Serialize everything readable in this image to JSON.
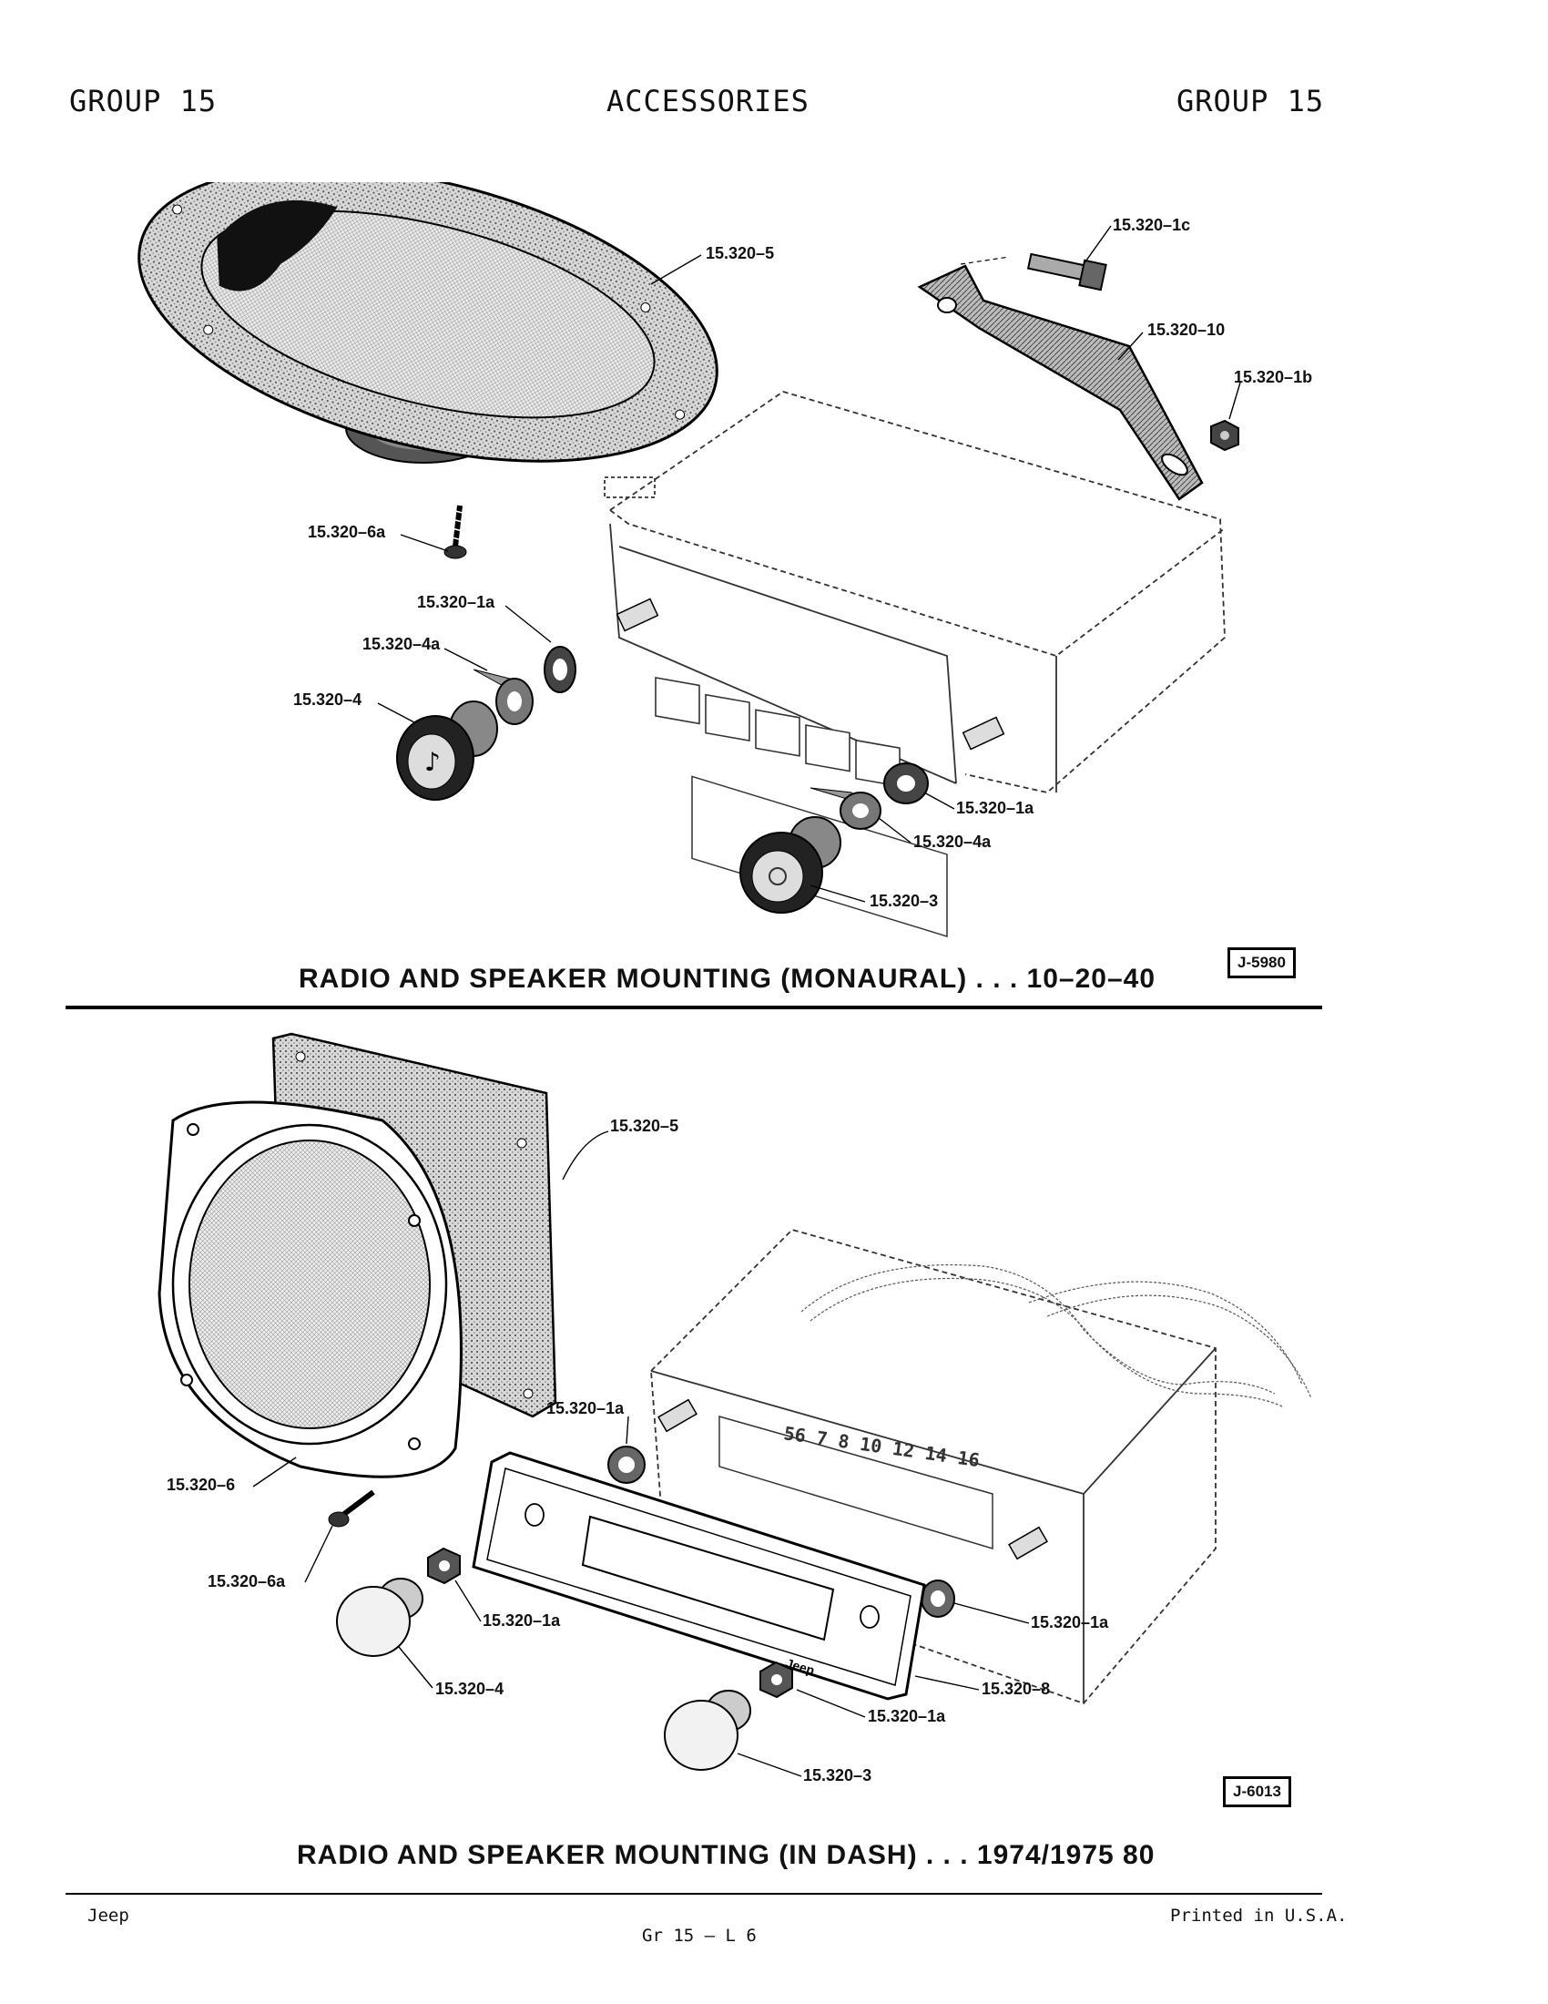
{
  "header": {
    "left": "GROUP 15",
    "center": "ACCESSORIES",
    "right": "GROUP 15"
  },
  "figure1": {
    "caption": "RADIO AND SPEAKER MOUNTING (MONAURAL) . . . 10–20–40",
    "fig_id": "J-5980",
    "callouts": {
      "c1": "15.320–1c",
      "c2": "15.320–5",
      "c3": "15.320–10",
      "c4": "15.320–1b",
      "c5": "15.320–6a",
      "c6": "15.320–1a",
      "c7": "15.320–4a",
      "c8": "15.320–4",
      "c9": "15.320–1a",
      "c10": "15.320–4a",
      "c11": "15.320–3"
    }
  },
  "figure2": {
    "caption": "RADIO AND SPEAKER MOUNTING (IN DASH) . . . 1974/1975 80",
    "fig_id": "J-6013",
    "dial_text": "56 7 8 10 12 14 16",
    "bezel_logo": "Jeep",
    "callouts": {
      "c1": "15.320–5",
      "c2": "15.320–1a",
      "c3": "15.320–6",
      "c4": "15.320–6a",
      "c5": "15.320–1a",
      "c6": "15.320–1a",
      "c7": "15.320–4",
      "c8": "15.320–8",
      "c9": "15.320–1a",
      "c10": "15.320–3"
    }
  },
  "footer": {
    "left": "Jeep",
    "center": "Gr 15 – L 6",
    "right": "Printed  in U.S.A."
  }
}
